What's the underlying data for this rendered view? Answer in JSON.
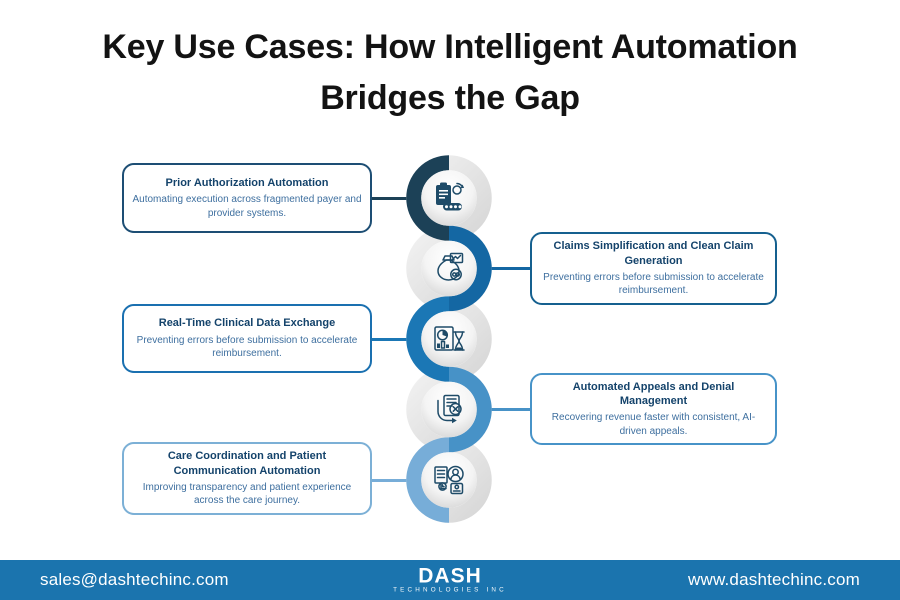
{
  "title": {
    "line1": "Key Use Cases: How Intelligent Automation",
    "line2": "Bridges the Gap"
  },
  "cards": [
    {
      "title": "Prior Authorization Automation",
      "body": "Automating execution across fragmented payer and provider systems.",
      "accent": "#1d4e74",
      "side": "left"
    },
    {
      "title": "Claims Simplification and Clean Claim Generation",
      "body": "Preventing errors before submission to accelerate reimbursement.",
      "accent": "#15608f",
      "side": "right"
    },
    {
      "title": "Real-Time Clinical Data Exchange",
      "body": "Preventing errors before submission to accelerate reimbursement.",
      "accent": "#1a70b0",
      "side": "left"
    },
    {
      "title": "Automated Appeals and Denial Management",
      "body": "Recovering revenue faster with consistent, AI-driven appeals.",
      "accent": "#4793c8",
      "side": "right"
    },
    {
      "title": "Care Coordination and Patient Communication Automation",
      "body": "Improving transparency and patient experience across the care journey.",
      "accent": "#7cb0d6",
      "side": "left"
    }
  ],
  "chain": {
    "colors": [
      "#1c4157",
      "#1467a3",
      "#1b77b5",
      "#4792c7",
      "#77add8"
    ],
    "ring_gray_light": "#f1f1f1",
    "ring_gray_dark": "#d7d7d7",
    "sphere_light": "#ffffff",
    "sphere_dark": "#d2d2d2",
    "icons": [
      "prior-auth-document-gear-icon",
      "claims-bag-chart-icon",
      "clinical-report-hourglass-icon",
      "appeals-arrow-denied-icon",
      "patient-communication-icon"
    ]
  },
  "footer": {
    "email": "sales@dashtechinc.com",
    "website": "www.dashtechinc.com",
    "bg": "#1b74ae",
    "logo": {
      "name": "DASH",
      "subtitle": "TECHNOLOGIES INC"
    }
  },
  "palette": {
    "title-color": "#131313",
    "card-title-color": "#14436b",
    "card-body-color": "#3e6f9f",
    "icon-color": "#1e4b68",
    "footer-text-color": "#ffffff"
  }
}
